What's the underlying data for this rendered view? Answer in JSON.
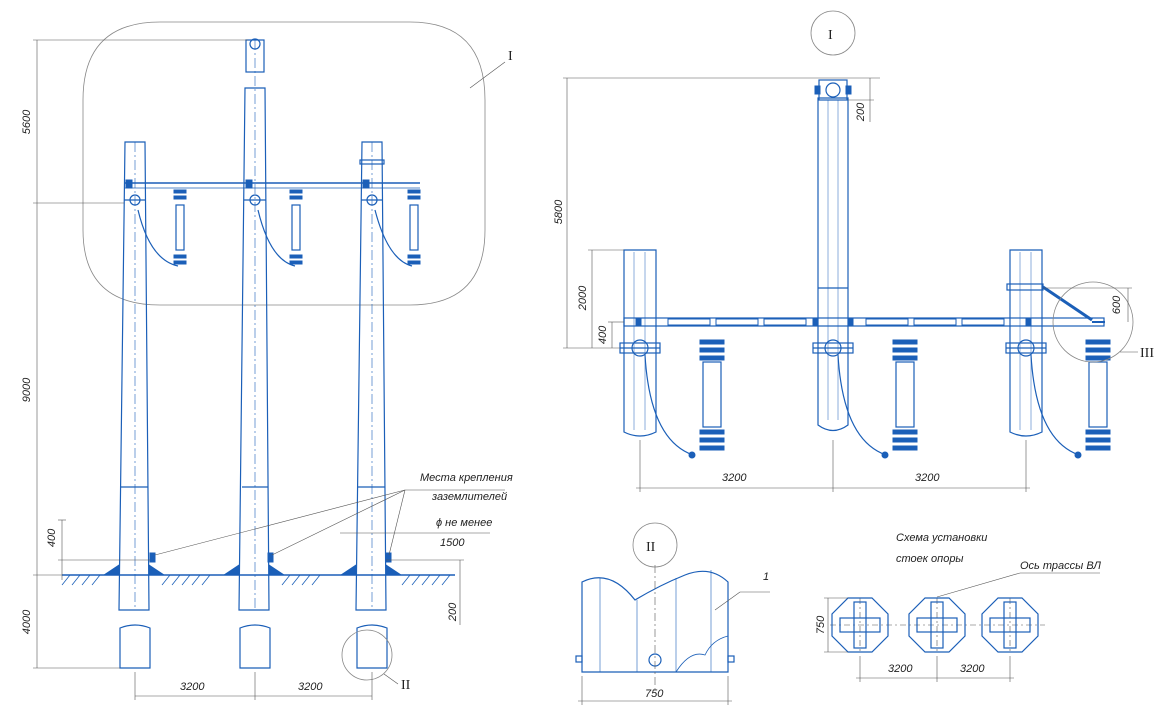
{
  "callouts": {
    "detail_i": "I",
    "detail_ii": "II",
    "detail_iii": "III",
    "item_1": "1"
  },
  "dimensions": {
    "left_5600": "5600",
    "left_9000": "9000",
    "left_4000": "4000",
    "left_400": "400",
    "left_200": "200",
    "left_1500": "1500",
    "left_3200_a": "3200",
    "left_3200_b": "3200",
    "top_5800": "5800",
    "top_200": "200",
    "top_2000": "2000",
    "top_400": "400",
    "top_600": "600",
    "top_3200_a": "3200",
    "top_3200_b": "3200",
    "det_750_w": "750",
    "scheme_750": "750",
    "scheme_3200_a": "3200",
    "scheme_3200_b": "3200"
  },
  "notes": {
    "grounding_1": "Места крепления",
    "grounding_2": "заземлителей",
    "diameter": "ϕ не менее",
    "scheme_1": "Схема установки",
    "scheme_2": "стоек опоры",
    "route_axis": "Ось трассы ВЛ"
  },
  "colors": {
    "line": "#1b5fb8",
    "dim": "#555555"
  }
}
